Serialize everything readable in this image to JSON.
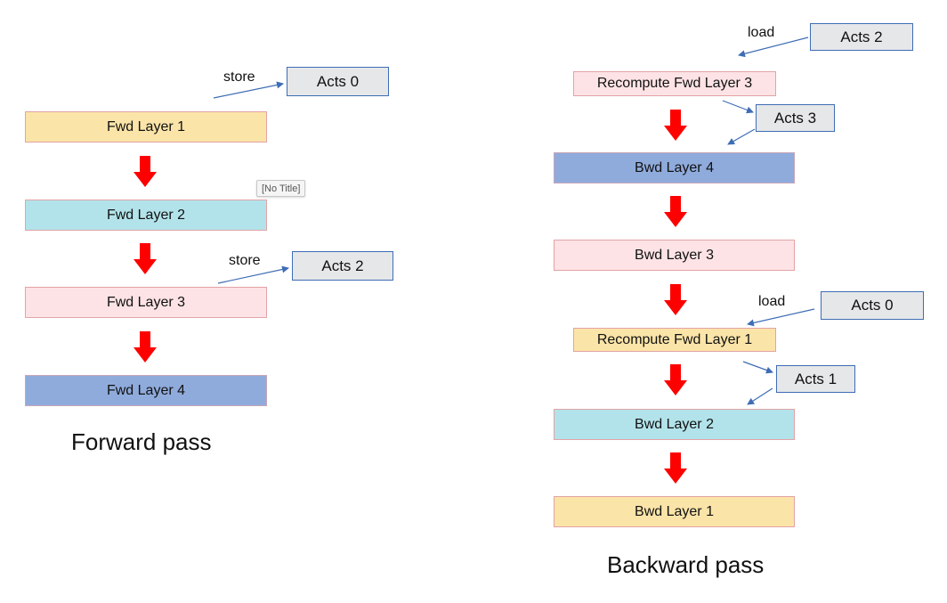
{
  "forward": {
    "layers": [
      "Fwd Layer 1",
      "Fwd Layer 2",
      "Fwd Layer 3",
      "Fwd Layer 4"
    ],
    "store_label_1": "store",
    "store_label_2": "store",
    "acts_0": "Acts 0",
    "acts_2": "Acts 2",
    "caption": "Forward pass"
  },
  "tooltip": "[No Title]",
  "backward": {
    "load_label_1": "load",
    "load_label_2": "load",
    "acts_2": "Acts 2",
    "acts_3": "Acts 3",
    "acts_0": "Acts 0",
    "acts_1": "Acts 1",
    "recompute_3": "Recompute Fwd Layer 3",
    "recompute_1": "Recompute Fwd Layer 1",
    "bwd_layer_4": "Bwd Layer 4",
    "bwd_layer_3": "Bwd Layer 3",
    "bwd_layer_2": "Bwd Layer 2",
    "bwd_layer_1": "Bwd Layer 1",
    "caption": "Backward pass"
  },
  "colors": {
    "yellow": "#fbe4a8",
    "cyan": "#b2e3ea",
    "pink": "#fde3e5",
    "blue": "#8fabdc",
    "acts_gray": "#e6e7e9",
    "connector_blue": "#3e6db5",
    "flow_arrow_red": "#ff0000"
  }
}
